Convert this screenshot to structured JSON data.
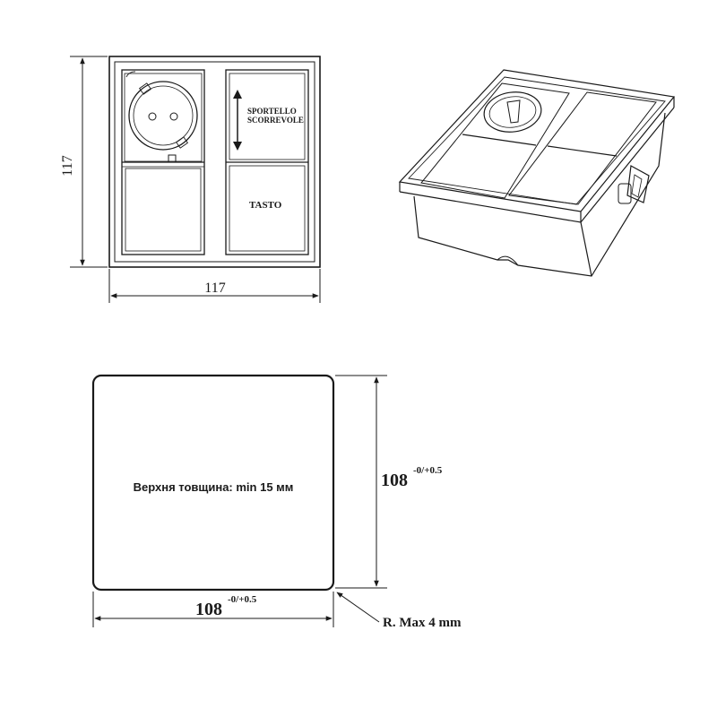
{
  "front_view": {
    "width_label": "117",
    "height_label": "117",
    "sliding_label_line1": "SPORTELLO",
    "sliding_label_line2": "SCORREVOLE",
    "button_label": "TASTO"
  },
  "cutout": {
    "width_value": "108",
    "width_tolerance": "-0/+0.5",
    "height_value": "108",
    "height_tolerance": "-0/+0.5",
    "thickness_note": "Верхня товщина: min 15 мм",
    "radius_note": "R. Max 4 mm"
  }
}
